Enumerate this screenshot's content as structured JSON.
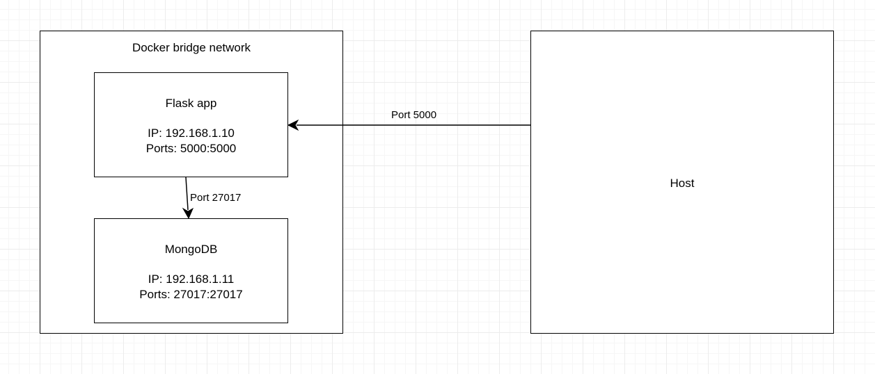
{
  "network": {
    "label": "Docker bridge network"
  },
  "flask": {
    "name": "Flask app",
    "ip": "IP: 192.168.1.10",
    "ports": "Ports: 5000:5000"
  },
  "mongo": {
    "name": "MongoDB",
    "ip": "IP: 192.168.1.11",
    "ports": "Ports: 27017:27017"
  },
  "host": {
    "label": "Host"
  },
  "edges": {
    "host_to_flask": "Port 5000",
    "flask_to_mongo": "Port 27017"
  },
  "colors": {
    "stroke": "#000000",
    "fill": "#ffffff"
  }
}
